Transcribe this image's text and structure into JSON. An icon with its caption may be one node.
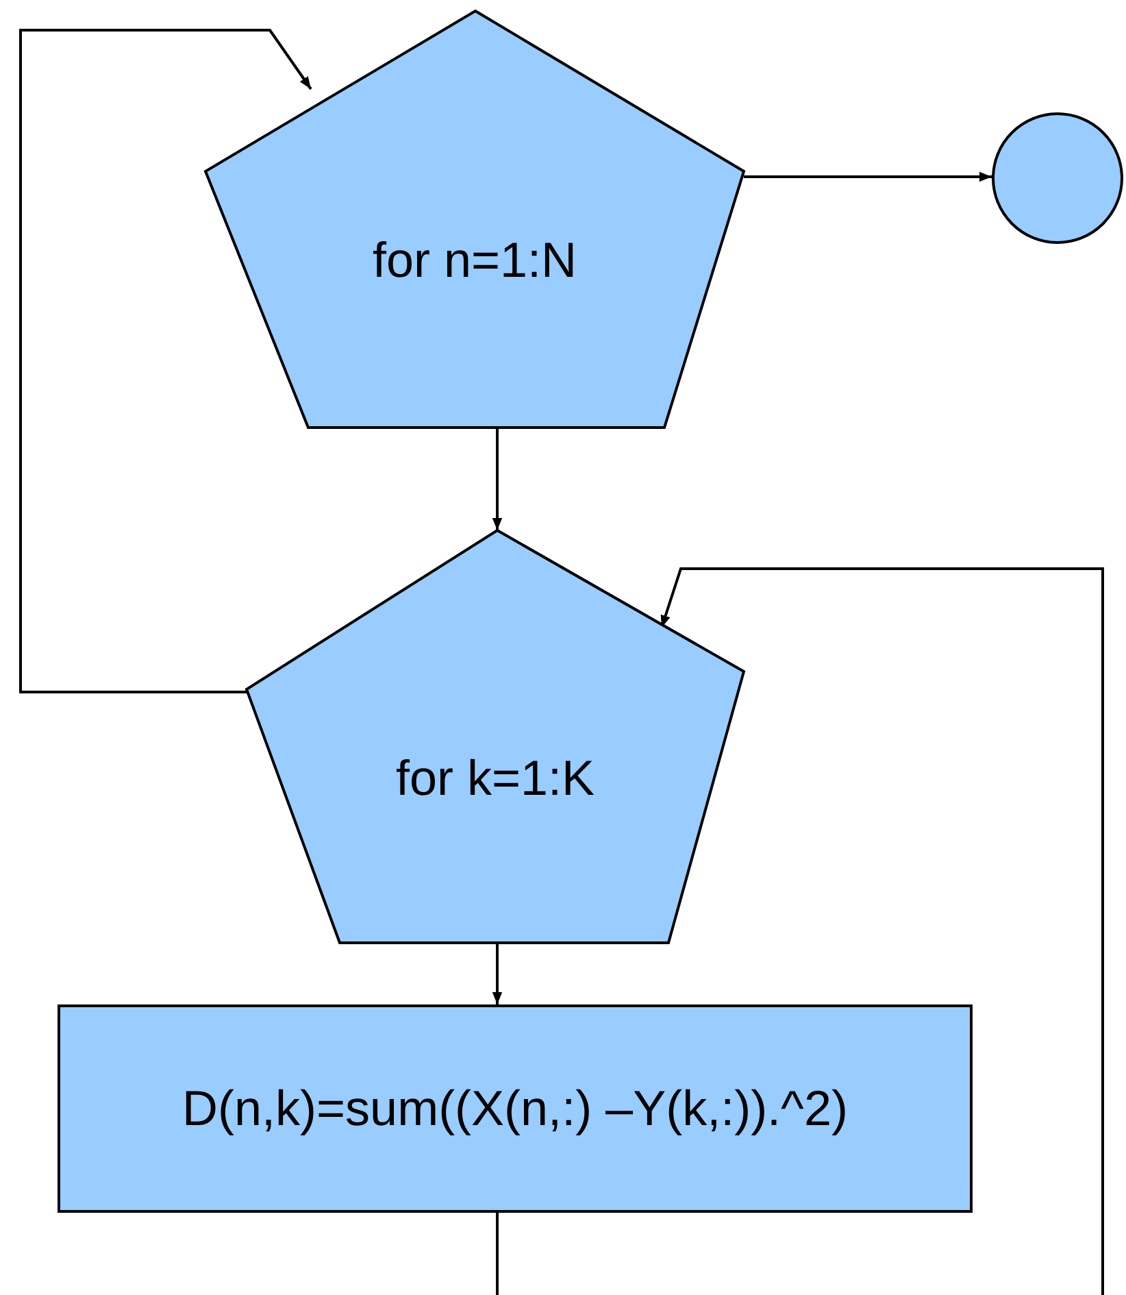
{
  "diagram": {
    "nodes": [
      {
        "text": [
          "for n=1:N"
        ]
      },
      {
        "text": [
          "for k=1:K"
        ]
      },
      {
        "text": [],
        "shape": "circle"
      },
      {
        "text": [
          "D(n,k)=sum((X(n,:) –Y(k,:)).^2)"
        ]
      }
    ],
    "edges": [
      {
        "from": 1,
        "to": 0,
        "arrow": "to"
      },
      {
        "from": 0,
        "to": 2,
        "arrow": "to"
      },
      {
        "from": 0,
        "to": 1,
        "arrow": "to"
      },
      {
        "from": 1,
        "to": 3,
        "arrow": "to"
      },
      {
        "from": 3,
        "to": null,
        "arrow": "none"
      },
      {
        "from": null,
        "to": 1,
        "arrow": "to"
      }
    ]
  }
}
